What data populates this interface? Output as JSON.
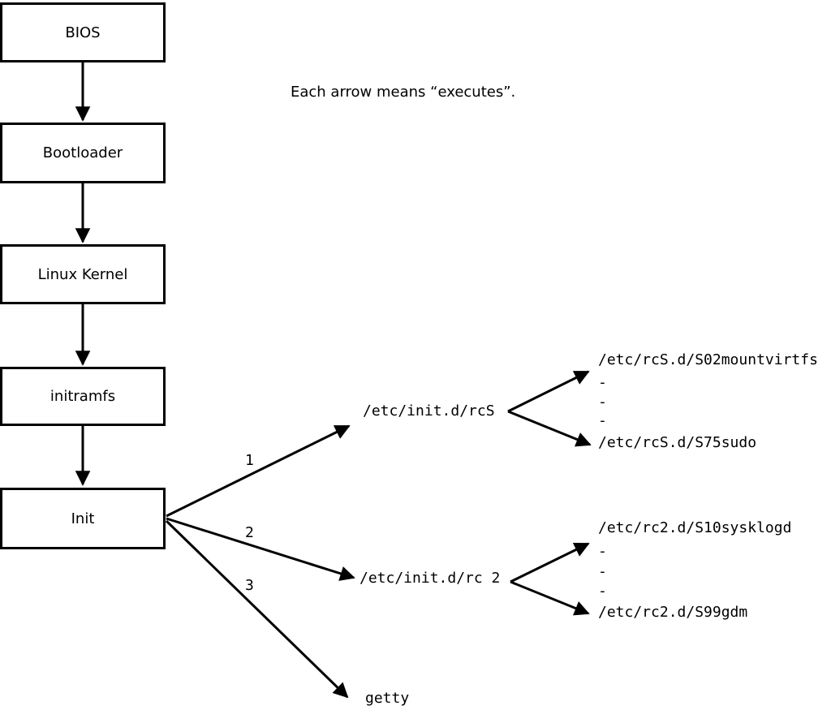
{
  "note": "Each arrow means “executes”.",
  "colors": {
    "line": "#000000",
    "box_background": "#ffffff",
    "page_background": "#ffffff"
  },
  "boxes": [
    {
      "label": "BIOS"
    },
    {
      "label": "Bootloader"
    },
    {
      "label": "Linux Kernel"
    },
    {
      "label": "initramfs"
    },
    {
      "label": "Init"
    }
  ],
  "branches": [
    {
      "number": "1",
      "target": "/etc/init.d/rcS"
    },
    {
      "number": "2",
      "target": "/etc/init.d/rc 2"
    },
    {
      "number": "3",
      "target": "getty"
    }
  ],
  "fans": [
    {
      "source": "/etc/init.d/rcS",
      "items": [
        "/etc/rcS.d/S02mountvirtfs",
        "-",
        "-",
        "-",
        "/etc/rcS.d/S75sudo"
      ]
    },
    {
      "source": "/etc/init.d/rc 2",
      "items": [
        "/etc/rc2.d/S10sysklogd",
        "-",
        "-",
        "-",
        "/etc/rc2.d/S99gdm"
      ]
    }
  ]
}
